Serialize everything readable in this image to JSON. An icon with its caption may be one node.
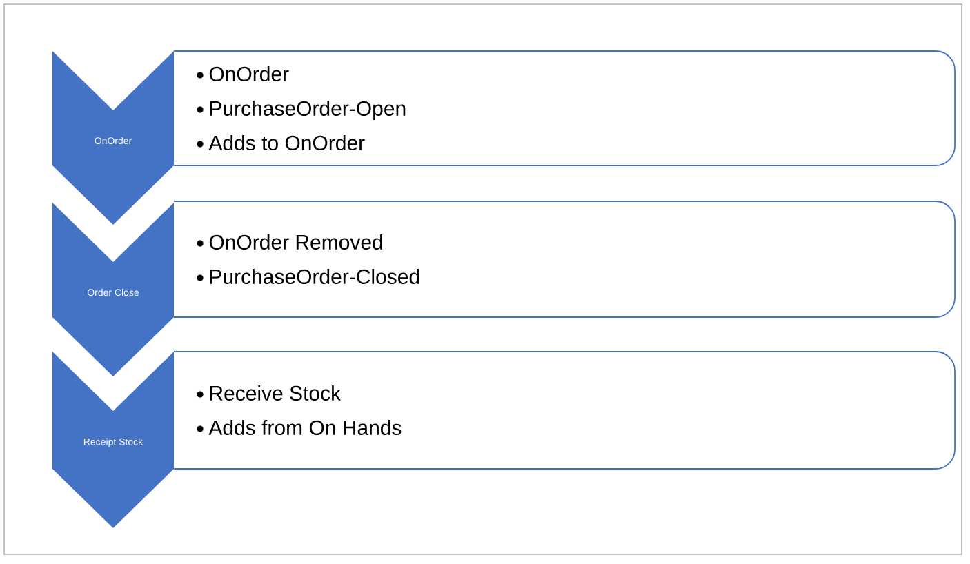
{
  "diagram": {
    "nodes": [
      {
        "text": [
          "OnOrder"
        ]
      },
      {
        "text": [
          "OnOrder",
          "PurchaseOrder-Open",
          "Adds to OnOrder"
        ]
      },
      {
        "text": [
          "Order Close"
        ]
      },
      {
        "text": [
          "OnOrder Removed",
          "PurchaseOrder-Closed"
        ]
      },
      {
        "text": [
          "Receipt Stock"
        ]
      },
      {
        "text": [
          "Receive Stock",
          "Adds  from On Hands"
        ]
      }
    ]
  }
}
